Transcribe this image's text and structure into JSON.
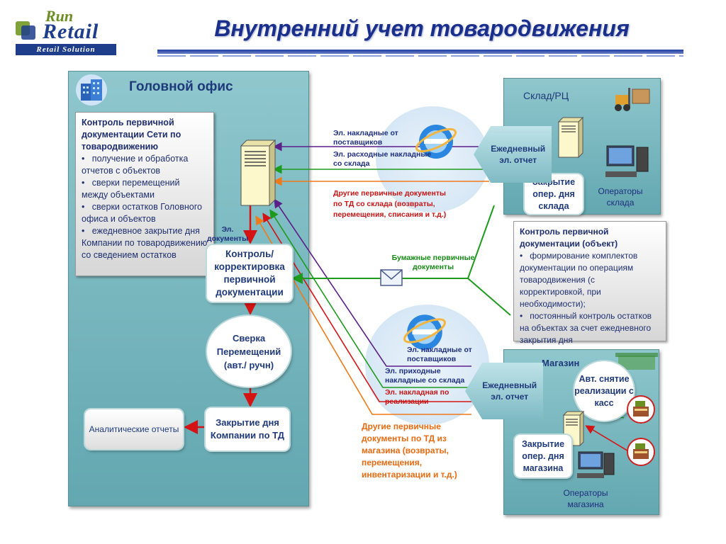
{
  "header": {
    "logo_top": "Run",
    "logo_main": "Retail",
    "logo_tagline": "Retail Solution",
    "title": "Внутренний учет товародвижения"
  },
  "head_office": {
    "title": "Головной офис",
    "control_box": {
      "heading": "Контроль первичной документации Сети по товародвижению",
      "items": [
        "получение и обработка отчетов с объектов",
        "сверки перемещений между объектами",
        "сверки остатков Головного офиса и объектов",
        "ежедневное закрытие дня Компании по товародвижению со сведением остатков"
      ]
    },
    "el_docs_label": "Эл. документы",
    "correction_box": "Контроль/ корректировка первичной документации",
    "reconcile_circle": "Сверка Перемещений (авт./ ручн)",
    "close_day_box": "Закрытие дня Компании по ТД",
    "analytics_box": "Аналитические отчеты"
  },
  "warehouse": {
    "title": "Склад/РЦ",
    "close_day": "Закрытие опер. дня склада",
    "operators": "Операторы склада",
    "daily_report": "Ежедневный эл. отчет",
    "control_box": {
      "heading": "Контроль первичной документации (объект)",
      "items": [
        "формирование комплектов документации по операциям товародвижения (с корректировкой, при необходимости);",
        "постоянный контроль остатков на объектах за счет ежедневного закрытия дня"
      ]
    }
  },
  "store": {
    "title": "Магазин",
    "auto_sales": "Авт. снятие реализации с касс",
    "close_day": "Закрытие опер. дня магазина",
    "operators": "Операторы магазина",
    "daily_report": "Ежедневный эл. отчет"
  },
  "flows": {
    "wh_supplier_invoices": "Эл. накладные от поставщиков",
    "wh_outgoing_invoices": "Эл. расходные накладные со склада",
    "wh_other_docs": "Другие первичные документы  по ТД со склада (возвраты, перемещения, списания и т.д.)",
    "paper_docs": "Бумажные первичные документы",
    "st_supplier_invoices": "Эл. накладные от поставщиков",
    "st_incoming_invoices": "Эл. приходные накладные со склада",
    "st_sales_invoice": "Эл. накладная по реализации",
    "st_other_docs": "Другие первичные документы по ТД из магазина (возвраты, перемещения, инвентаризации и т.д.)"
  },
  "colors": {
    "purple": "#5b1f8a",
    "green": "#1e9a1e",
    "orange": "#ef7a1a",
    "red": "#d41414",
    "navy": "#1f3a7a"
  }
}
